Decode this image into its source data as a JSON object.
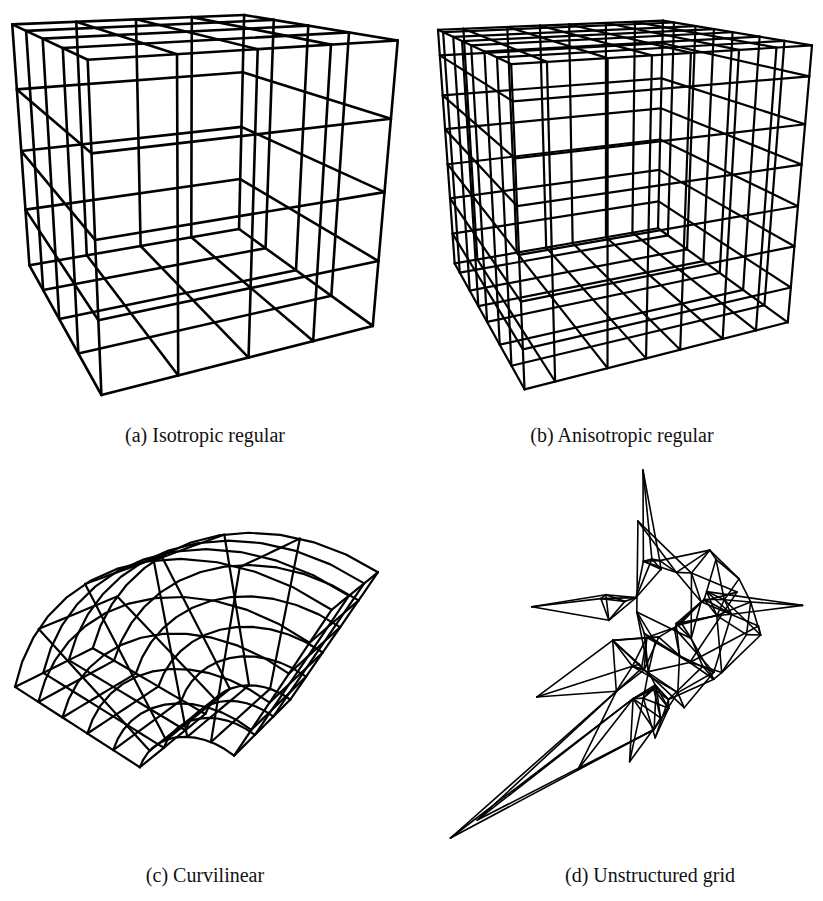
{
  "diagram": {
    "labels": [
      "(a) Isotropic regular",
      "(b) Anisotropic regular",
      "(c) Curvilinear",
      "(d) Unstructured grid"
    ]
  }
}
